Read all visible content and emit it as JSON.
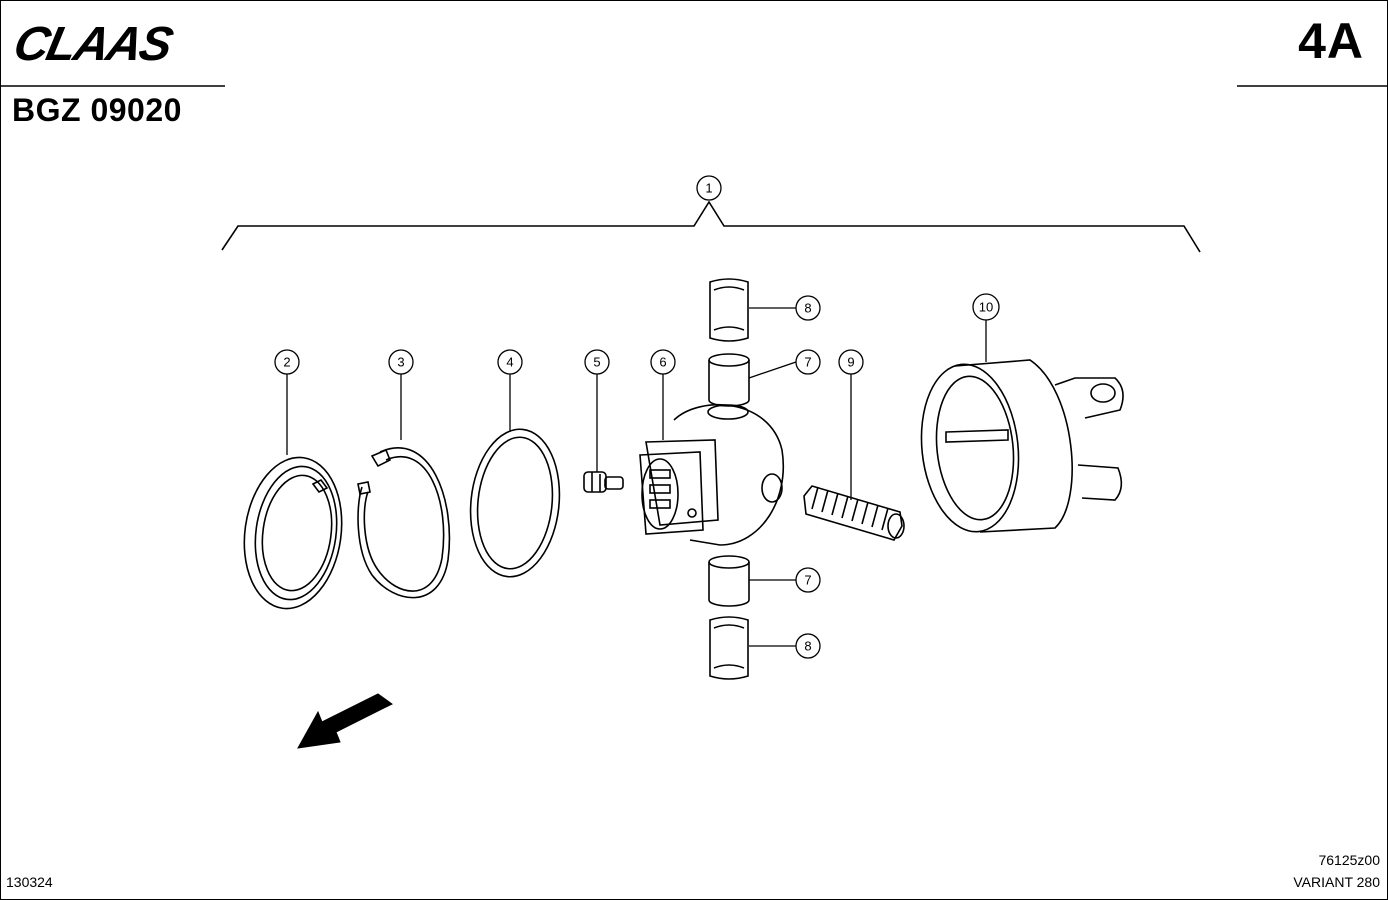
{
  "header": {
    "brand": "CLAAS",
    "page_code": "4A",
    "document_id": "BGZ 09020"
  },
  "callouts": {
    "c1": "1",
    "c2": "2",
    "c3": "3",
    "c4": "4",
    "c5": "5",
    "c6": "6",
    "c7a": "7",
    "c7b": "7",
    "c8a": "8",
    "c8b": "8",
    "c9": "9",
    "c10": "10"
  },
  "footer": {
    "date_code": "130324",
    "drawing_ref": "76125z00",
    "model": "VARIANT 280"
  },
  "icons": [
    "claas-logo",
    "direction-arrow-icon"
  ]
}
